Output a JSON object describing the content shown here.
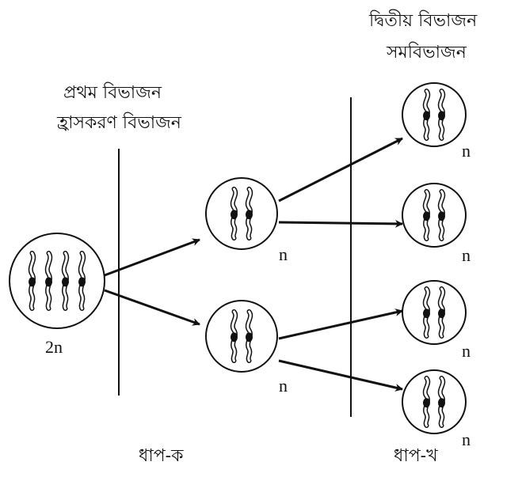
{
  "labels": {
    "first_division_line1": "প্রথম বিভাজন",
    "first_division_line2": "হ্রাসকরণ বিভাজন",
    "second_division_line1": "দ্বিতীয় বিভাজন",
    "second_division_line2": "সমবিভাজন",
    "stage_a": "ধাপ-ক",
    "stage_b": "ধাপ-খ",
    "parent_ploidy": "2n",
    "daughter_ploidy": "n"
  },
  "colors": {
    "ink": "#111111",
    "background": "#ffffff"
  },
  "cells": {
    "parent": {
      "chromosomes": 4
    },
    "daughters": {
      "count": 2,
      "chromosomes_each": 2
    },
    "granddaughters": {
      "count": 4,
      "chromosomes_each": 2
    }
  }
}
